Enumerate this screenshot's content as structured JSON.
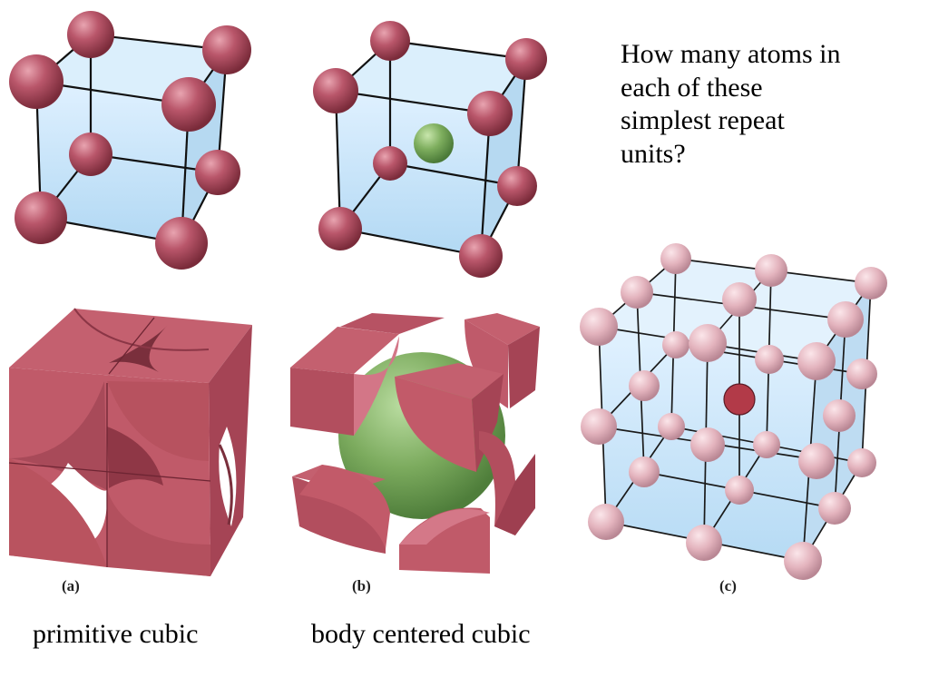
{
  "question": {
    "lines": [
      "How many atoms in",
      "each of these",
      "simplest repeat",
      "units?"
    ]
  },
  "panels": {
    "a": {
      "label": "(a)",
      "caption": "primitive cubic"
    },
    "b": {
      "label": "(b)",
      "caption": "body centered cubic"
    },
    "c": {
      "label": "(c)",
      "caption": ""
    }
  },
  "colors": {
    "atom": "#b4505f",
    "atom_light": "#e9bcc5",
    "center_atom_green": "#7aaa5c",
    "cell_face": "#bfe0f6",
    "edge": "#111111"
  }
}
